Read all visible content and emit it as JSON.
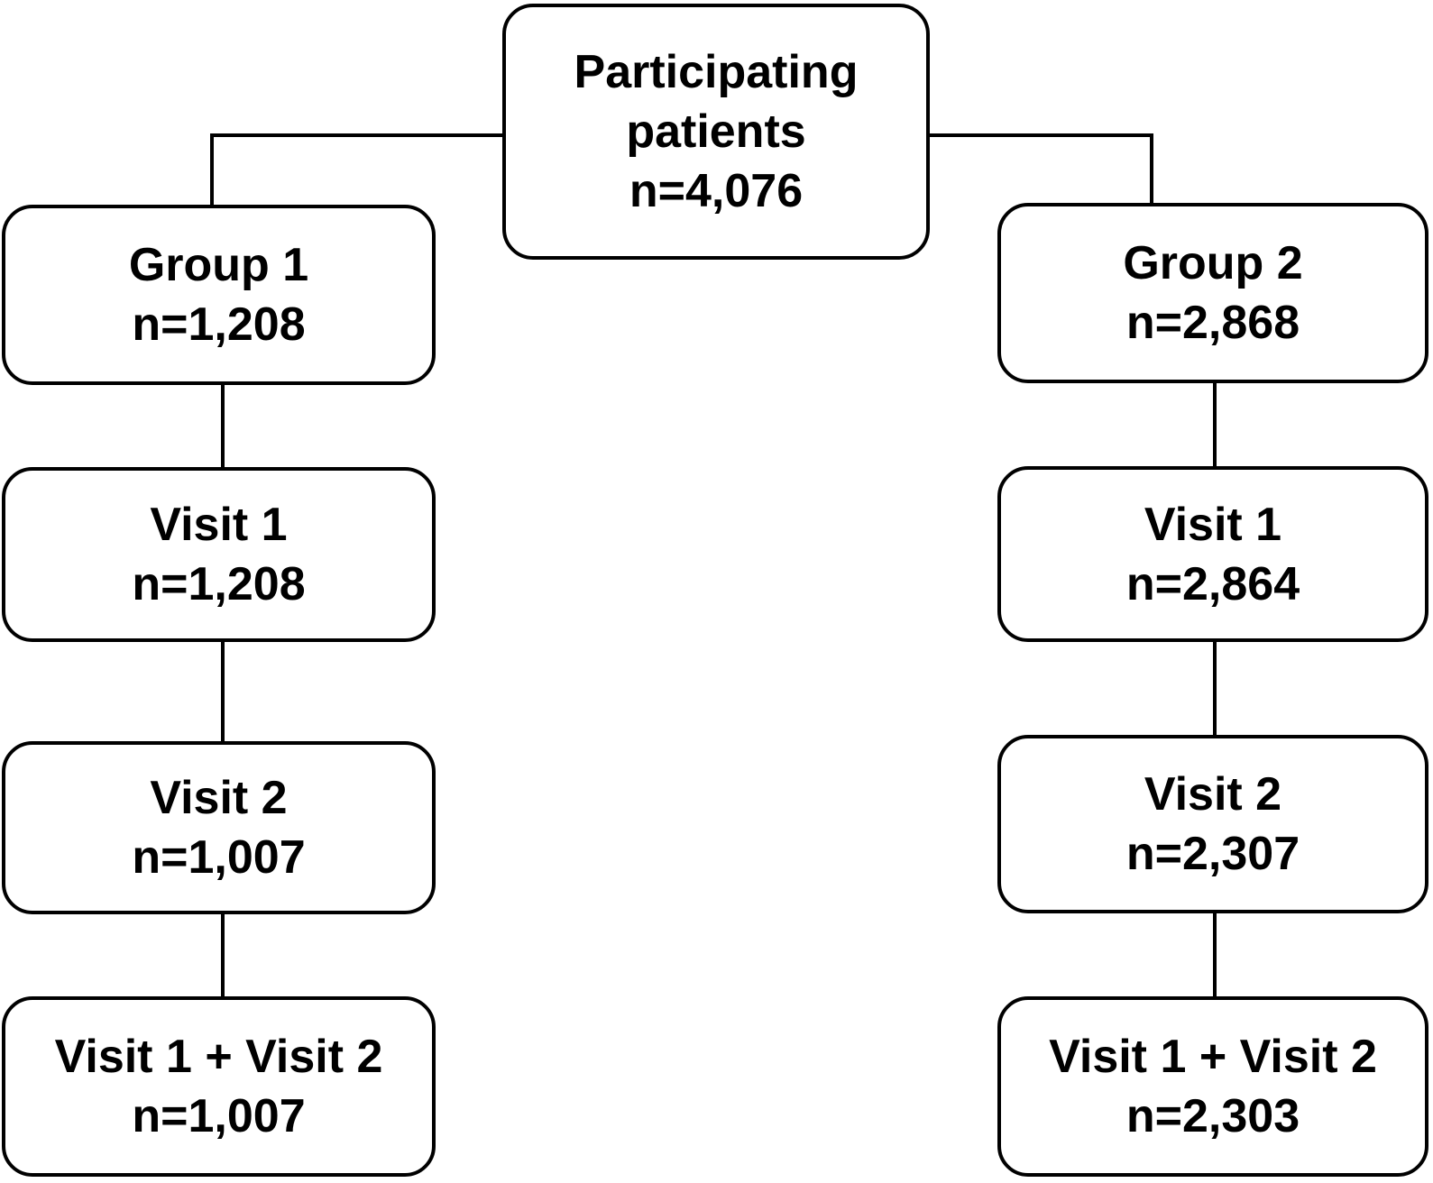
{
  "diagram": {
    "type": "flowchart",
    "background_color": "#ffffff",
    "box_fill_color": "#ffffff",
    "line_color": "#000000",
    "text_color": "#000000",
    "nodes": {
      "root": {
        "label": "Participating patients",
        "count": "n=4,076"
      },
      "group1": {
        "label": "Group 1",
        "count": "n=1,208"
      },
      "group1_visit1": {
        "label": "Visit 1",
        "count": "n=1,208"
      },
      "group1_visit2": {
        "label": "Visit 2",
        "count": "n=1,007"
      },
      "group1_visit12": {
        "label": "Visit 1 + Visit 2",
        "count": "n=1,007"
      },
      "group2": {
        "label": "Group 2",
        "count": "n=2,868"
      },
      "group2_visit1": {
        "label": "Visit 1",
        "count": "n=2,864"
      },
      "group2_visit2": {
        "label": "Visit 2",
        "count": "n=2,307"
      },
      "group2_visit12": {
        "label": "Visit 1 + Visit 2",
        "count": "n=2,303"
      }
    },
    "edges": [
      {
        "from": "root",
        "to": "group1"
      },
      {
        "from": "root",
        "to": "group2"
      },
      {
        "from": "group1",
        "to": "group1_visit1"
      },
      {
        "from": "group1_visit1",
        "to": "group1_visit2"
      },
      {
        "from": "group1_visit2",
        "to": "group1_visit12"
      },
      {
        "from": "group2",
        "to": "group2_visit1"
      },
      {
        "from": "group2_visit1",
        "to": "group2_visit2"
      },
      {
        "from": "group2_visit2",
        "to": "group2_visit12"
      }
    ]
  }
}
